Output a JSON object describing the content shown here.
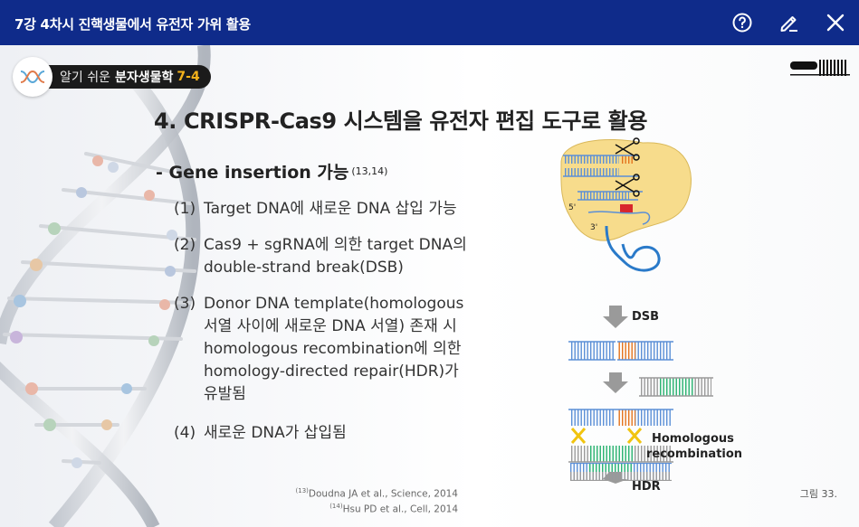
{
  "header": {
    "title": "7강 4차시 진핵생물에서 유전자 가위 활용",
    "icons": [
      "help-icon",
      "pencil-icon",
      "close-icon"
    ]
  },
  "badge": {
    "text_light": "알기 쉬운",
    "text_bold": "분자생물학",
    "number": "7-4"
  },
  "slide": {
    "title": "4. CRISPR-Cas9 시스템을 유전자 편집 도구로 활용",
    "bullet": "- Gene insertion 가능",
    "bullet_cite": "(13,14)",
    "items": [
      {
        "num": "(1)",
        "lines": [
          "Target DNA에 새로운 DNA 삽입 가능"
        ]
      },
      {
        "num": "(2)",
        "lines": [
          "Cas9 + sgRNA에 의한 target DNA의",
          "double-strand break(DSB)"
        ]
      },
      {
        "num": "(3)",
        "lines": [
          "Donor DNA template(homologous",
          "서열 사이에 새로운 DNA 서열) 존재 시",
          "homologous recombination에 의한",
          "homology-directed repair(HDR)가",
          "유발됨"
        ]
      },
      {
        "num": "(4)",
        "lines": [
          "새로운 DNA가 삽입됨"
        ]
      }
    ],
    "refs": [
      {
        "sup": "(13)",
        "text": "Doudna JA et al., Science, 2014"
      },
      {
        "sup": "(14)",
        "text": "Hsu PD et al., Cell, 2014"
      }
    ],
    "figure_number": "그림 33."
  },
  "diagram": {
    "label_5p": "5'",
    "label_3p": "3'",
    "step1": "DSB",
    "step2a": "Homologous",
    "step2b": "recombination",
    "step3": "HDR",
    "colors": {
      "blue": "#5b8fd6",
      "orange": "#e4731c",
      "green": "#2bb673",
      "gray": "#9a9a9a",
      "cas9": "#f7dc8c",
      "red": "#d8262c",
      "cross": "#f1c40f"
    }
  }
}
